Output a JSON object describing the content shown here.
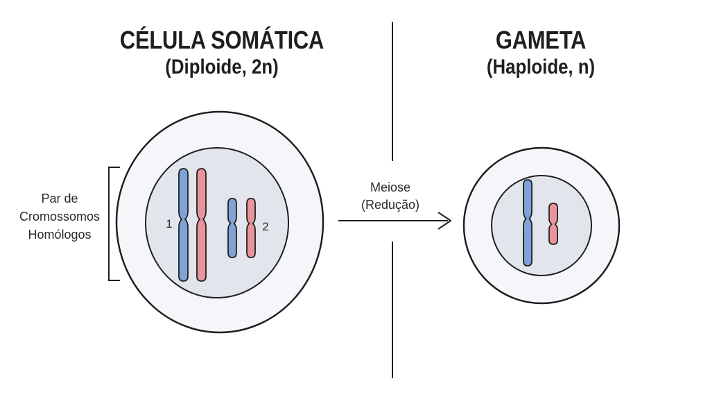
{
  "somatic_cell": {
    "title": "CÉLULA SOMÁTICA",
    "subtitle": "(Diploide, 2n)",
    "bracket_label": [
      "Par de",
      "Cromossomos",
      "Homólogos"
    ],
    "chromosome_labels": [
      "1",
      "2"
    ]
  },
  "gamete": {
    "title": "GAMETA",
    "subtitle": "(Haploide, n)"
  },
  "process": {
    "label_line1": "Meiose",
    "label_line2": "(Redução)"
  },
  "colors": {
    "maternal": "#7fa3d6",
    "paternal": "#e9939b",
    "outline": "#1f1f1f",
    "cytoplasm": "#f4f6f9",
    "nucleus": "#e2e6ec"
  }
}
